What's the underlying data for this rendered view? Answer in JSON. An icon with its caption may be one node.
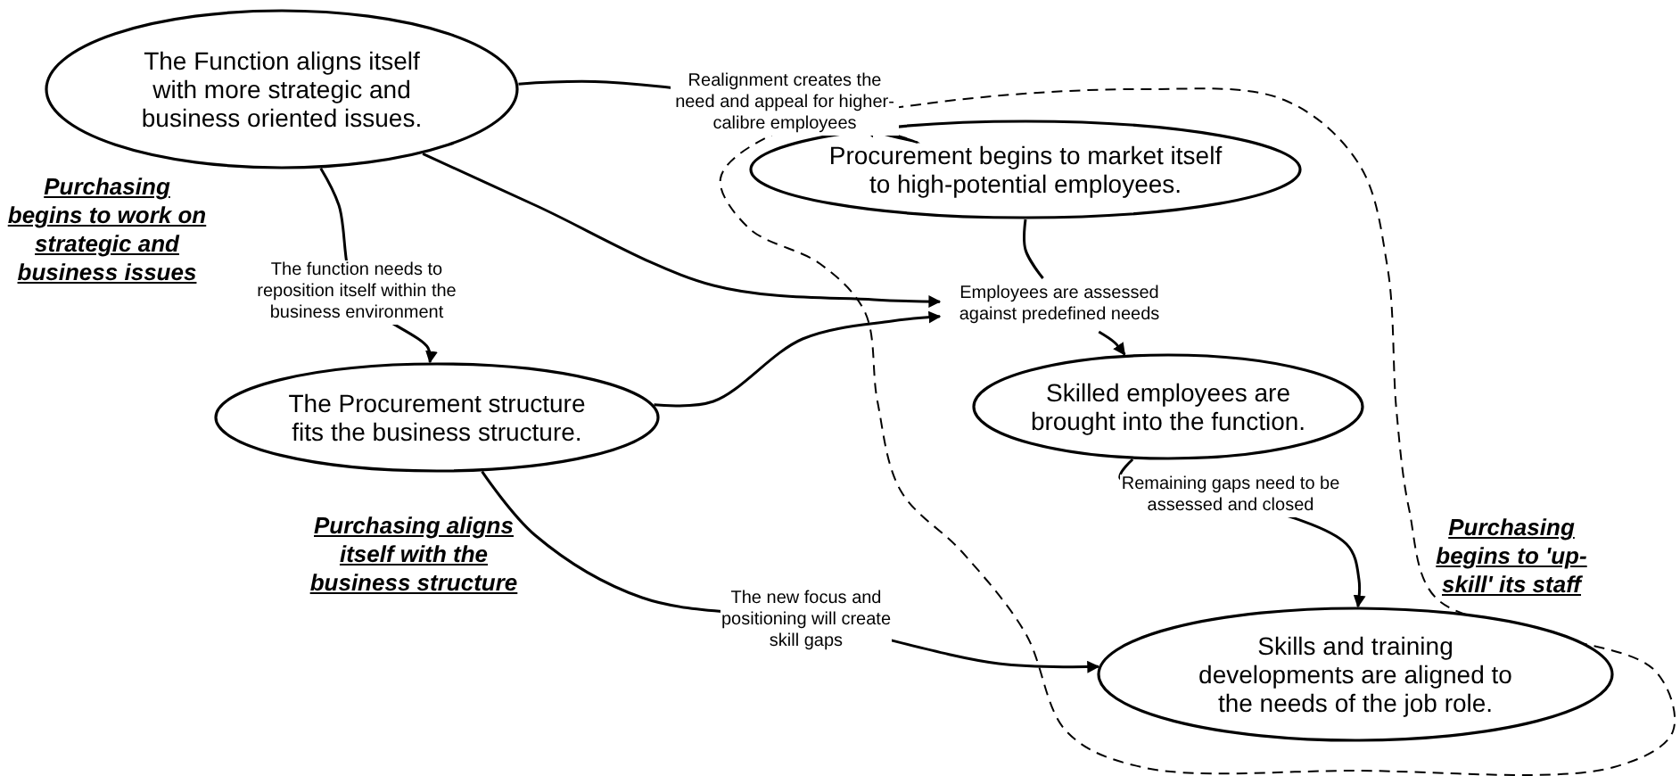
{
  "diagram": {
    "nodes": [
      {
        "text": [
          "The Function aligns itself with more strategic and business oriented issues."
        ]
      },
      {
        "text": [],
        "shape": "blob"
      },
      {
        "text": [
          "Procurement begins to market itself to high-potential employees."
        ],
        "in": 1
      },
      {
        "text": [
          "The Procurement structure fits the business structure."
        ]
      },
      {
        "text": [
          "Employees are assessed against predefined needs"
        ],
        "in": 1
      },
      {
        "text": [
          "Skilled employees are brought into the function."
        ],
        "in": 1
      },
      {
        "text": [
          "Skills and training developments are aligned to the needs of the job role."
        ],
        "in": 1
      }
    ],
    "edges": [
      {
        "from": 0,
        "to": 2,
        "arrow": "to",
        "label": "Realignment creates the need and appeal for higher-calibre employees"
      },
      {
        "from": 0,
        "to": 3,
        "arrow": "to",
        "label": "The function needs to reposition itself within the business environment"
      },
      {
        "from": 0,
        "to": 4,
        "arrow": "to"
      },
      {
        "from": 2,
        "to": 4,
        "arrow": "none"
      },
      {
        "from": 3,
        "to": 4,
        "arrow": "to"
      },
      {
        "from": 4,
        "to": 5,
        "arrow": "to"
      },
      {
        "from": 5,
        "to": 6,
        "arrow": "to",
        "label": "Remaining gaps need to be assessed and closed"
      },
      {
        "from": 3,
        "to": 6,
        "arrow": "to",
        "label": "The new focus and positioning will create skill gaps"
      }
    ],
    "labels": [
      "Purchasing begins to work on strategic and business issues",
      "Purchasing aligns itself with the business structure",
      "Purchasing begins to 'up-skill' its staff"
    ]
  }
}
